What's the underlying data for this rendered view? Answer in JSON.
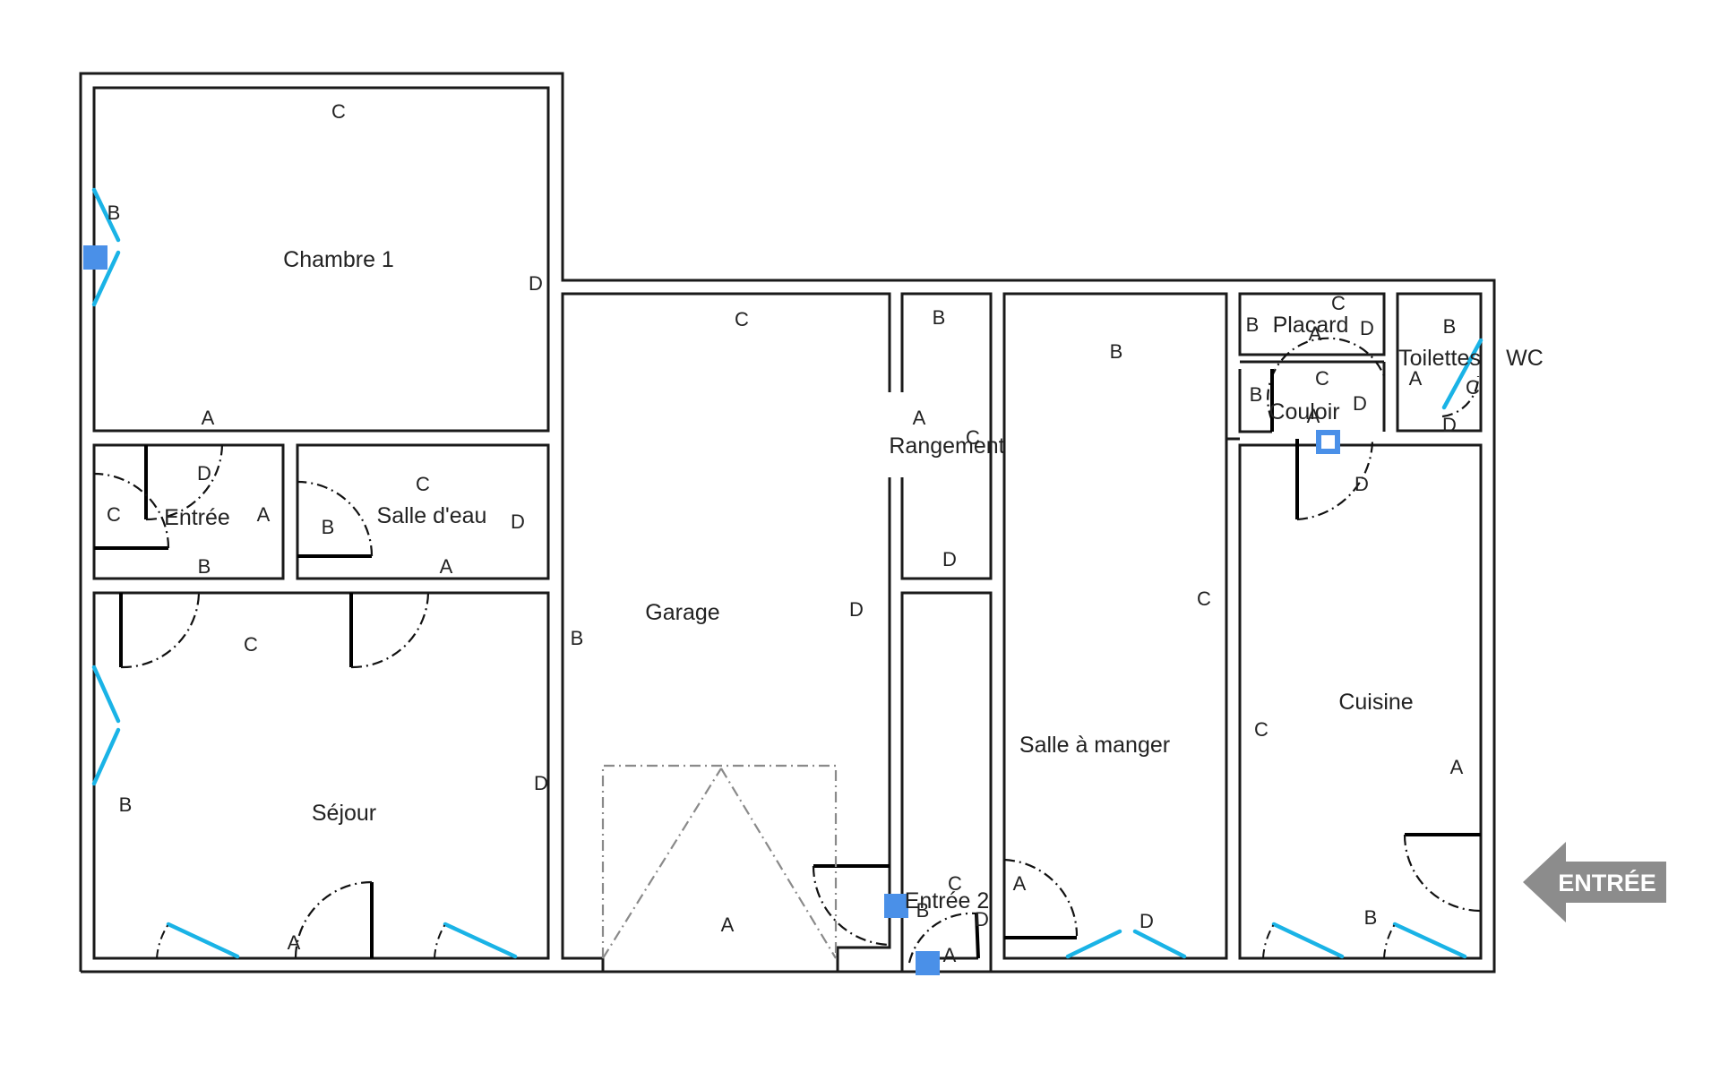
{
  "rooms": {
    "chambre1": "Chambre 1",
    "entree1": "Entrée",
    "salle_eau": "Salle d'eau",
    "sejour": "Séjour",
    "garage": "Garage",
    "rangement": "Rangement",
    "entree2": "Entrée 2",
    "salle_manger": "Salle à manger",
    "placard": "Placard",
    "couloir": "Couloir",
    "toilettes": "Toilettes",
    "wc": "WC",
    "cuisine": "Cuisine"
  },
  "wall_letters": [
    "A",
    "B",
    "C",
    "D"
  ],
  "entry_arrow": "ENTRÉE",
  "colors": {
    "wall": "#1a1a1a",
    "window": "#1ab3e6",
    "marker": "#4a90e8",
    "arrow": "#8c8c8c",
    "garage_door": "#8a8a8a"
  },
  "icons": {
    "marker": "square-marker-icon",
    "marker_hollow": "hollow-square-marker-icon",
    "entry": "arrow-left-icon"
  }
}
